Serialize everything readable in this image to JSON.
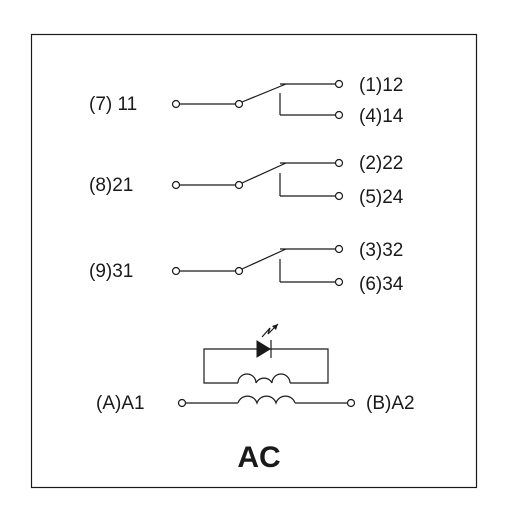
{
  "labels": {
    "common_1": "(7)  11",
    "nc_1": "(1)12",
    "no_1": "(4)14",
    "common_2": "(8)21",
    "nc_2": "(2)22",
    "no_2": "(5)24",
    "common_3": "(9)31",
    "nc_3": "(3)32",
    "no_3": "(6)34",
    "coil_a": "(A)A1",
    "coil_b": "(B)A2",
    "supply": "AC"
  },
  "colors": {
    "line": "#1a1a1a",
    "background": "#ffffff"
  },
  "icons": [
    "led-icon",
    "coil-icon",
    "terminal-icon",
    "switch-contact-icon"
  ]
}
